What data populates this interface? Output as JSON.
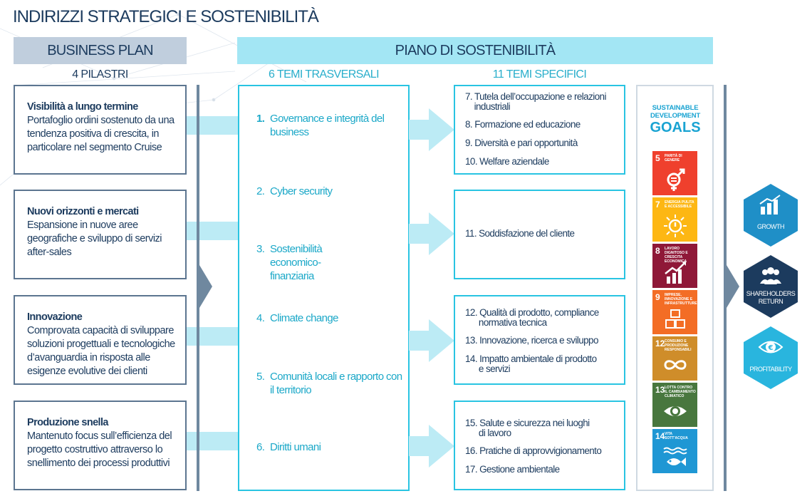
{
  "title": "INDIRIZZI STRATEGICI E SOSTENIBILITÀ",
  "business_plan": {
    "banner": "BUSINESS PLAN",
    "column_head": "4 PILASTRI",
    "pillars": [
      {
        "title": "Visibilità a lungo termine",
        "text": "Portafoglio ordini sostenuto da una tendenza positiva di crescita, in particolare nel segmento Cruise"
      },
      {
        "title": "Nuovi orizzonti e mercati",
        "text": "Espansione in nuove aree geografiche e sviluppo di servizi after-sales"
      },
      {
        "title": "Innovazione",
        "text": "Comprovata capacità di sviluppare soluzioni progettuali e tecnologiche d’avanguardia in risposta alle esigenze evolutive dei clienti"
      },
      {
        "title": "Produzione snella",
        "text": "Mantenuto focus sull’efficienza del progetto costruttivo attraverso lo snellimento dei processi produttivi"
      }
    ]
  },
  "sustainability_plan": {
    "banner": "PIANO DI SOSTENIBILITÀ",
    "transversal_head": "6 TEMI TRASVERSALI",
    "specific_head": "11 TEMI SPECIFICI",
    "transversal": [
      {
        "num": "1.",
        "text": "Governance e integrità del business"
      },
      {
        "num": "2.",
        "text": "Cyber security"
      },
      {
        "num": "3.",
        "text": "Sostenibilità economico-finanziaria"
      },
      {
        "num": "4.",
        "text": "Climate change"
      },
      {
        "num": "5.",
        "text": "Comunità locali e rapporto con il territorio"
      },
      {
        "num": "6.",
        "text": "Diritti umani"
      }
    ],
    "specific_groups": [
      [
        "7. Tutela dell’occupazione e relazioni\n    industriali",
        "8. Formazione ed educazione",
        "9. Diversità e pari opportunità",
        "10. Welfare aziendale"
      ],
      [
        "11. Soddisfazione del cliente"
      ],
      [
        "12. Qualità di prodotto, compliance\n      normativa tecnica",
        "13. Innovazione, ricerca e sviluppo",
        "14. Impatto ambientale di prodotto\n      e servizi"
      ],
      [
        "15. Salute e sicurezza nei luoghi\n      di lavoro",
        "16. Pratiche di approvvigionamento",
        "17. Gestione ambientale"
      ]
    ]
  },
  "sdg": {
    "logo_line1": "SUSTAINABLE",
    "logo_line2": "DEVELOPMENT",
    "logo_goals": "GOALS",
    "tiles": [
      {
        "num": "5",
        "label": "PARITÀ DI GENERE",
        "color": "#ef402d",
        "icon": "gender-equality-icon"
      },
      {
        "num": "7",
        "label": "ENERGIA PULITA E ACCESSIBILE",
        "color": "#fdb713",
        "icon": "clean-energy-icon"
      },
      {
        "num": "8",
        "label": "LAVORO DIGNITOSO E CRESCITA ECONOMICA",
        "color": "#8f1838",
        "icon": "economic-growth-icon"
      },
      {
        "num": "9",
        "label": "IMPRESE, INNOVAZIONE E INFRASTRUTTURE",
        "color": "#f36d25",
        "icon": "infrastructure-icon"
      },
      {
        "num": "12",
        "label": "CONSUMO E PRODUZIONE RESPONSABILI",
        "color": "#cf8d2a",
        "icon": "infinity-icon"
      },
      {
        "num": "13",
        "label": "LOTTA CONTRO IL CAMBIAMENTO CLIMATICO",
        "color": "#48773e",
        "icon": "climate-eye-icon"
      },
      {
        "num": "14",
        "label": "VITA SOTT'ACQUA",
        "color": "#1f97d4",
        "icon": "fish-icon"
      }
    ]
  },
  "outcomes": [
    {
      "label": "GROWTH",
      "color": "#1f8fc7",
      "icon": "growth-chart-icon"
    },
    {
      "label": "SHAREHOLDERS\nRETURN",
      "color": "#1c3b5e",
      "icon": "shareholders-icon"
    },
    {
      "label": "PROFITABILITY",
      "color": "#29b5de",
      "icon": "profitability-eye-icon"
    }
  ]
}
